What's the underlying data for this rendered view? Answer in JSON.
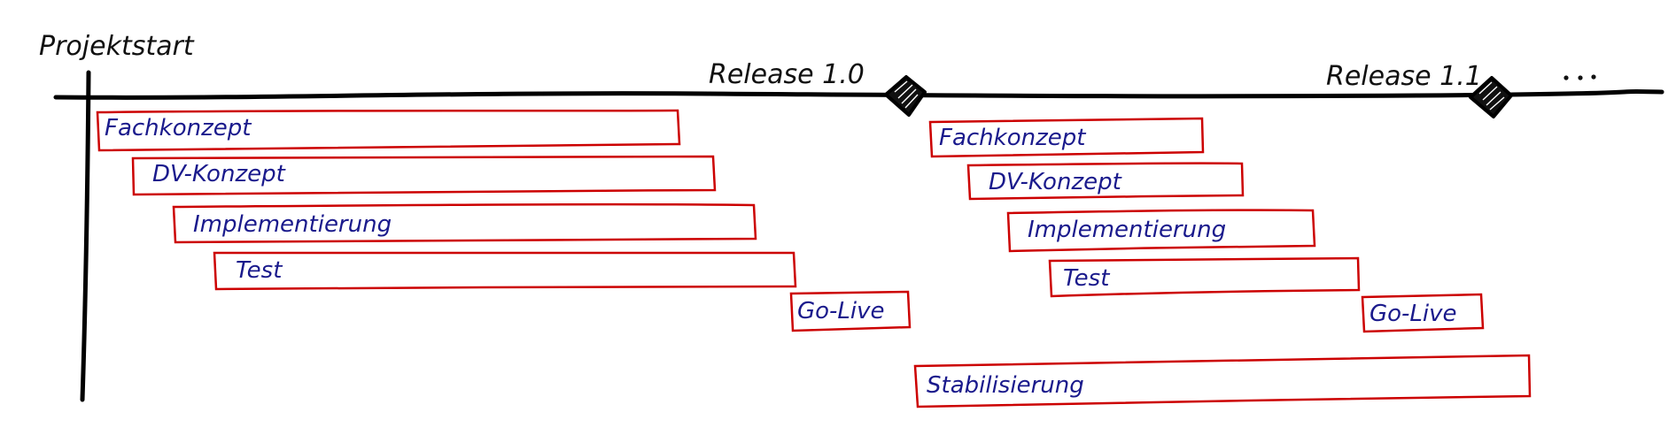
{
  "diagram": {
    "type": "project-timeline",
    "start_label": "Projektstart",
    "continuation_label": "...",
    "colors": {
      "axis": "#000000",
      "bar_border": "#cc0000",
      "bar_text": "#1a1a8c",
      "milestone_fill": "#111111"
    },
    "milestones": [
      {
        "label": "Release 1.0"
      },
      {
        "label": "Release 1.1"
      }
    ],
    "phases": [
      {
        "release": "Release 1.0",
        "tasks": [
          {
            "label": "Fachkonzept"
          },
          {
            "label": "DV-Konzept"
          },
          {
            "label": "Implementierung"
          },
          {
            "label": "Test"
          },
          {
            "label": "Go-Live"
          }
        ]
      },
      {
        "release": "Release 1.1",
        "tasks": [
          {
            "label": "Fachkonzept"
          },
          {
            "label": "DV-Konzept"
          },
          {
            "label": "Implementierung"
          },
          {
            "label": "Test"
          },
          {
            "label": "Go-Live"
          },
          {
            "label": "Stabilisierung"
          }
        ]
      }
    ]
  }
}
